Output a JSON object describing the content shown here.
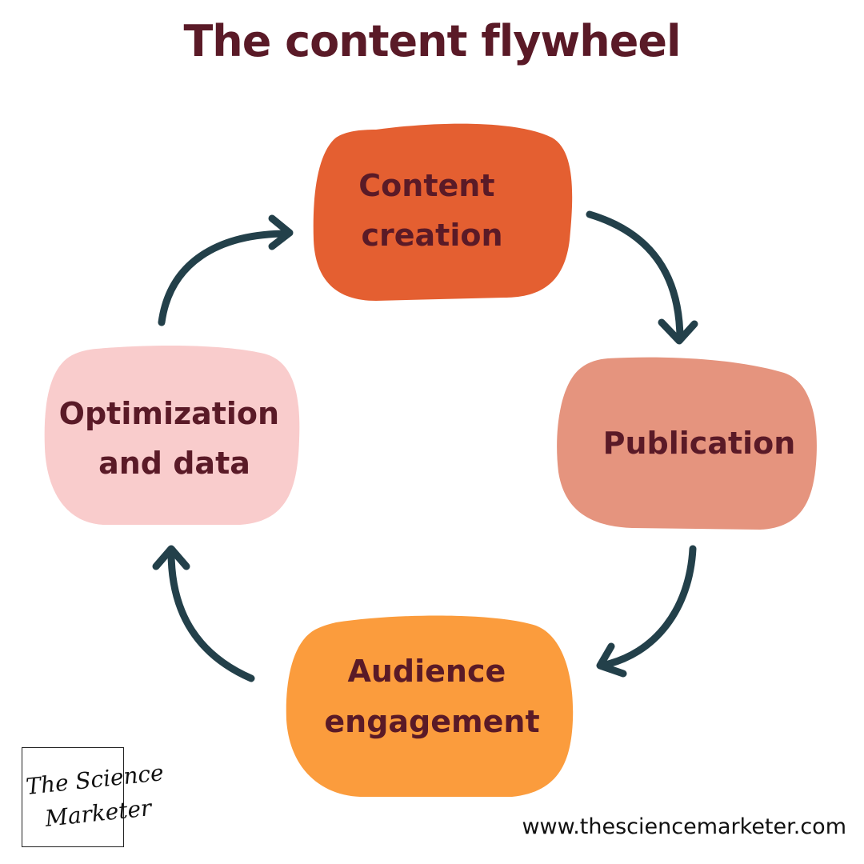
{
  "title": "The content flywheel",
  "nodes": {
    "content_creation": {
      "lines": [
        "Content",
        "creation"
      ],
      "color": "#e45f31"
    },
    "publication": {
      "lines": [
        "Publication"
      ],
      "color": "#e5947e"
    },
    "audience_engagement": {
      "lines": [
        "Audience",
        "engagement"
      ],
      "color": "#fb9c3d"
    },
    "optimization": {
      "lines": [
        "Optimization",
        "and data"
      ],
      "color": "#f9cccc"
    }
  },
  "colors": {
    "title_text": "#5a1a27",
    "arrow": "#23404a"
  },
  "logo": {
    "line1": "The Science",
    "line2": "Marketer"
  },
  "website": "www.thesciencemarketer.com"
}
